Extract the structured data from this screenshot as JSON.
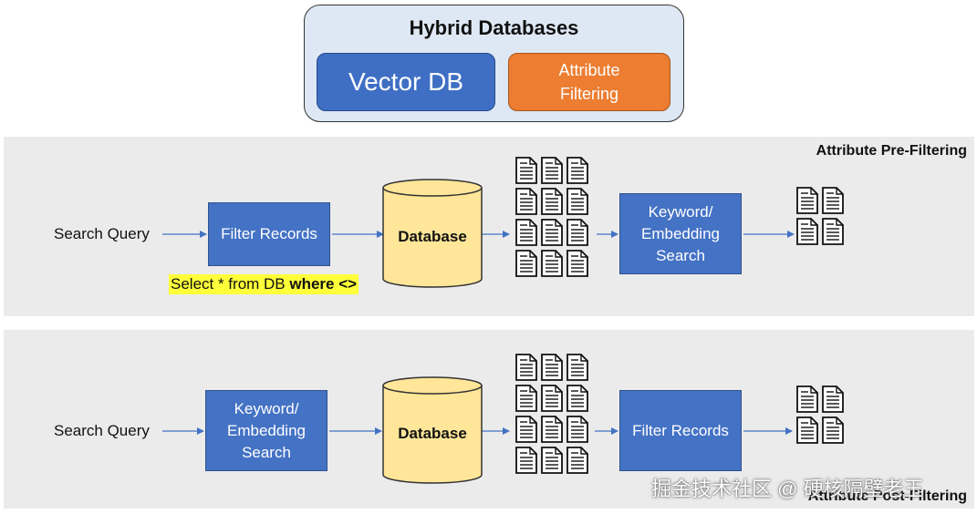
{
  "hybrid": {
    "title": "Hybrid Databases",
    "vector_db": "Vector DB",
    "attribute_filtering_line1": "Attribute",
    "attribute_filtering_line2": "Filtering"
  },
  "pre_filtering": {
    "label": "Attribute Pre-Filtering",
    "query": "Search Query",
    "step1": "Filter Records",
    "sql_prefix": "Select * from DB ",
    "sql_keyword": "where <>",
    "database": "Database",
    "step3_line1": "Keyword/",
    "step3_line2": "Embedding",
    "step3_line3": "Search"
  },
  "post_filtering": {
    "label": "Attribute Post-Filtering",
    "query": "Search Query",
    "step1_line1": "Keyword/",
    "step1_line2": "Embedding",
    "step1_line3": "Search",
    "database": "Database",
    "step3": "Filter Records"
  },
  "watermark": "掘金技术社区 @ 硬核隔壁老王",
  "colors": {
    "box_blue": "#4472c4",
    "orange": "#ec7d31",
    "cylinder": "#ffe699",
    "highlight": "#ffff3a",
    "band": "#ebebeb"
  }
}
